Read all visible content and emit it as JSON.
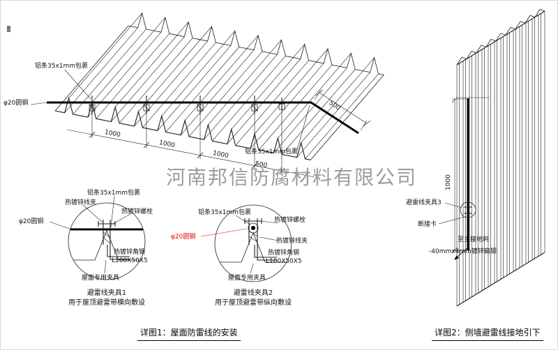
{
  "watermark": "河南邦信防腐材料有限公司",
  "colors": {
    "line": "#1c1c1c",
    "red": "#e60000",
    "watermark": "#9c9c9c"
  },
  "roof": {
    "alu_strip_label": "铝条35x1mm包裹",
    "alu_strip_label_2": "铝条35x1mm包裹",
    "round_steel_label": "φ20圆钢",
    "dims": [
      "1000",
      "1000",
      "1000",
      "500"
    ],
    "side_dim": "500"
  },
  "detail1": {
    "alu_strip": "铝条35x1mm包裹",
    "wire_clamp": "热镀锌线夹",
    "bolt": "热镀锌螺栓",
    "round_steel": "φ20圆钢",
    "angle_steel": "热镀锌角钢",
    "angle_steel_spec": "L100X50X5",
    "roof_fixture": "屋面专用夹具",
    "title": "避雷线夹具1",
    "subtitle": "用于屋顶避雷带横向敷设"
  },
  "detail2": {
    "alu_strip": "铝条35x1mm包裹",
    "wire_clamp": "热镀锌线夹",
    "bolt": "热镀锌螺栓",
    "round_steel": "φ20圆钢",
    "angle_steel": "热镀锌角钢",
    "angle_steel_spec": "L100X50X5",
    "roof_fixture": "屋面专用夹具",
    "title": "避雷线夹具2",
    "subtitle": "用于屋顶避雷带纵向敷设"
  },
  "captions": {
    "figure1": "详图1：屋面防雷线的安装",
    "figure2": "详图2：侧墙避雷线接地引下"
  },
  "wall": {
    "dim": "1000",
    "clamp_label": "避雷线夹具3",
    "disconnect_label": "断接卡",
    "ground_label": "至主接地网",
    "flat_steel_label": "-40mmx4mm镀锌扁钢"
  }
}
